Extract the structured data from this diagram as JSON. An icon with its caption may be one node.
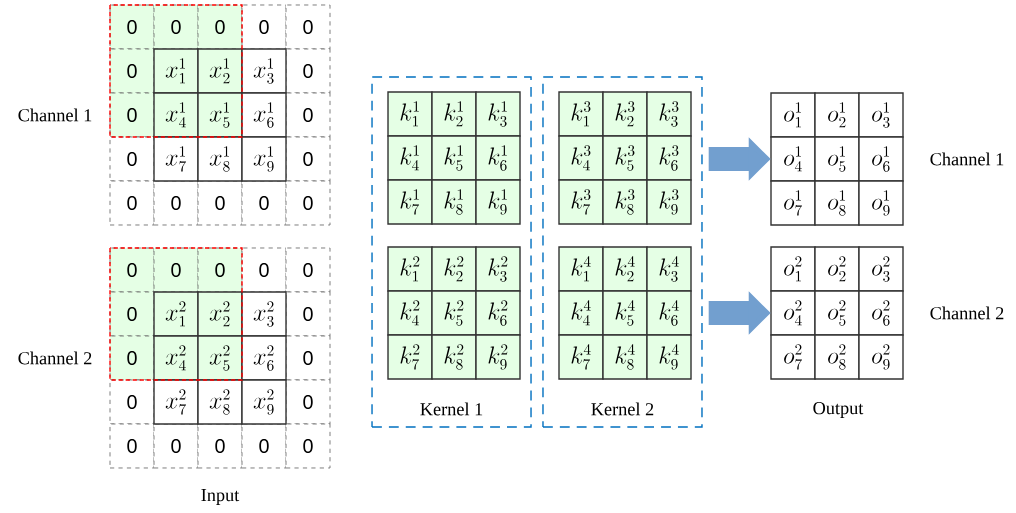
{
  "diagram": {
    "nodes": [
      {
        "text": [
          "0",
          "0",
          "0",
          "0",
          "0",
          "0",
          "x_1^1",
          "x_2^1",
          "x_3^1",
          "0",
          "0",
          "x_4^1",
          "x_5^1",
          "x_6^1",
          "0",
          "0",
          "x_7^1",
          "x_8^1",
          "x_9^1",
          "0",
          "0",
          "0",
          "0",
          "0",
          "0"
        ],
        "beside": [
          "Channel 1"
        ]
      },
      {
        "text": [
          "0",
          "0",
          "0",
          "0",
          "0",
          "0",
          "x_1^2",
          "x_2^2",
          "x_3^2",
          "0",
          "0",
          "x_4^2",
          "x_5^2",
          "x_6^2",
          "0",
          "0",
          "x_7^2",
          "x_8^2",
          "x_9^2",
          "0",
          "0",
          "0",
          "0",
          "0",
          "0"
        ],
        "beside": [
          "Channel 2"
        ]
      },
      {
        "text": [
          "Kernel 1"
        ]
      },
      {
        "text": [
          "k_1^1",
          "k_2^1",
          "k_3^1",
          "k_4^1",
          "k_5^1",
          "k_6^1",
          "k_7^1",
          "k_8^1",
          "k_9^1"
        ],
        "in": 2
      },
      {
        "text": [
          "k_1^2",
          "k_2^2",
          "k_3^2",
          "k_4^2",
          "k_5^2",
          "k_6^2",
          "k_7^2",
          "k_8^2",
          "k_9^2"
        ],
        "in": 2
      },
      {
        "text": [
          "Kernel 2"
        ]
      },
      {
        "text": [
          "k_1^3",
          "k_2^3",
          "k_3^3",
          "k_4^3",
          "k_5^3",
          "k_6^3",
          "k_7^3",
          "k_8^3",
          "k_9^3"
        ],
        "in": 5
      },
      {
        "text": [
          "k_1^4",
          "k_2^4",
          "k_3^4",
          "k_4^4",
          "k_5^4",
          "k_6^4",
          "k_7^4",
          "k_8^4",
          "k_9^4"
        ],
        "in": 5
      },
      {
        "text": [
          "o_1^1",
          "o_2^1",
          "o_3^1",
          "o_4^1",
          "o_5^1",
          "o_6^1",
          "o_7^1",
          "o_8^1",
          "o_9^1"
        ],
        "beside": [
          "Channel 1"
        ]
      },
      {
        "text": [
          "o_1^2",
          "o_2^2",
          "o_3^2",
          "o_4^2",
          "o_5^2",
          "o_6^2",
          "o_7^2",
          "o_8^2",
          "o_9^2"
        ],
        "beside": [
          "Channel 2"
        ]
      }
    ],
    "edges": [
      {
        "from": 5,
        "to": 8,
        "arrow": "to"
      },
      {
        "from": 5,
        "to": 9,
        "arrow": "to"
      }
    ],
    "labels": [
      "Input",
      "Output"
    ]
  }
}
